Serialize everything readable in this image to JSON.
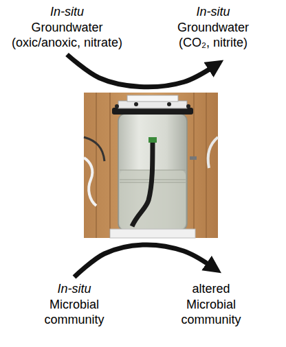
{
  "diagram": {
    "nodes": [
      {
        "text": [
          "In-situ",
          "Groundwater (oxic/anoxic, nitrate)"
        ]
      },
      {
        "text": [
          "In-situ",
          "Groundwater (CO₂, nitrite)"
        ]
      },
      {
        "text": [
          "In-situ",
          "Microbial community"
        ]
      },
      {
        "text": [
          "altered Microbial community"
        ]
      }
    ],
    "edges": [
      {
        "from": 0,
        "to": 1,
        "arrow": "to"
      },
      {
        "from": 2,
        "to": 3,
        "arrow": "to"
      }
    ]
  }
}
